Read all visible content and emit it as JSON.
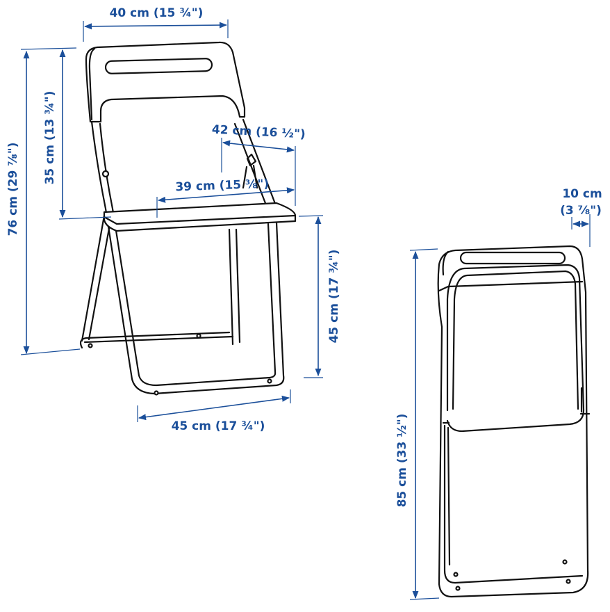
{
  "colors": {
    "dimension": "#1b4f9a",
    "line_art": "#111111"
  },
  "unfolded_chair": {
    "width": "40 cm (15 ¾\")",
    "total_height": "76 cm (29 ⅞\")",
    "backrest_height": "35 cm (13 ¾\")",
    "seat_width": "42 cm (16 ½\")",
    "seat_depth": "39 cm (15 ⅜\")",
    "seat_height": "45 cm (17 ¾\")",
    "depth": "45 cm (17 ¾\")"
  },
  "folded_chair": {
    "thickness_cm": "10 cm",
    "thickness_in": "(3 ⅞\")",
    "height": "85 cm (33 ½\")"
  }
}
